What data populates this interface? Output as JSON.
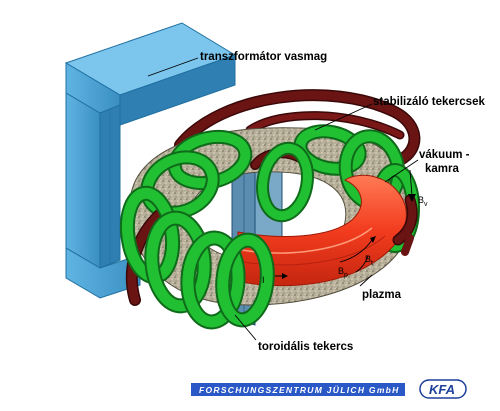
{
  "labels": {
    "iron_core": "transzformátor vasmag",
    "stabilizing_coils": "stabilizáló tekercsek",
    "vacuum_chamber_line1": "vákuum -",
    "vacuum_chamber_line2": "kamra",
    "plasma": "plazma",
    "toroidal_coils": "toroidális tekercs",
    "field_vertical": "B",
    "field_vertical_sub": "v",
    "field_toroidal": "B",
    "field_toroidal_sub": "t",
    "field_poloidal": "B",
    "field_poloidal_sub": "p",
    "current": "I"
  },
  "footer": {
    "institution": "FORSCHUNGSZENTRUM JÜLICH GmbH",
    "logo": "KFA"
  },
  "colors": {
    "iron_core": "#4da3d4",
    "iron_core_dark": "#1f6fa0",
    "coil_green": "#21c033",
    "coil_dark_green": "#0f6a1a",
    "stabilizer": "#6b1414",
    "plasma": "#f23c1e",
    "vacuum_chamber": "#b8b09a",
    "footer_bar": "#2a58c7"
  }
}
